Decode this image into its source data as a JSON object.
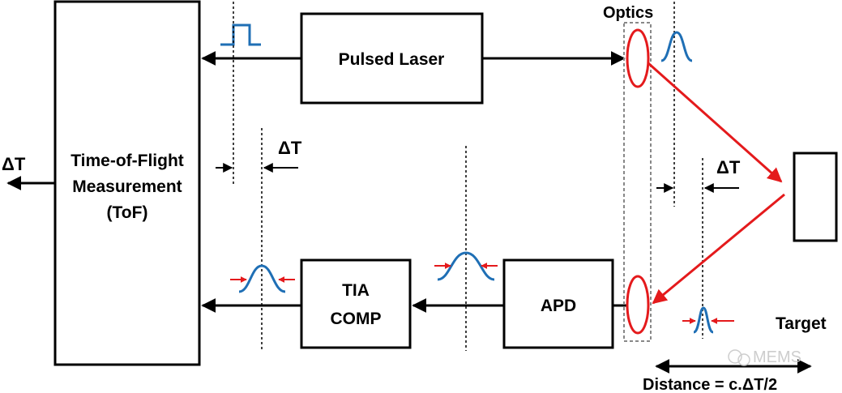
{
  "blocks": {
    "tof": {
      "line1": "Time-of-Flight",
      "line2": "Measurement",
      "line3": "(ToF)"
    },
    "laser": "Pulsed Laser",
    "tia": {
      "line1": "TIA",
      "line2": "COMP"
    },
    "apd": "APD",
    "optics": "Optics",
    "target": "Target"
  },
  "labels": {
    "delta_t_output": "ΔT",
    "delta_t_electrical": "ΔT",
    "delta_t_optical": "ΔT",
    "distance": "Distance = c.ΔT/2"
  },
  "watermark": "MEMS",
  "colors": {
    "beam": "#e41a1c",
    "pulse": "#1f6fb5",
    "optics_lens": "#e41a1c",
    "arrow": "#000000",
    "optics_box": "#888888"
  }
}
